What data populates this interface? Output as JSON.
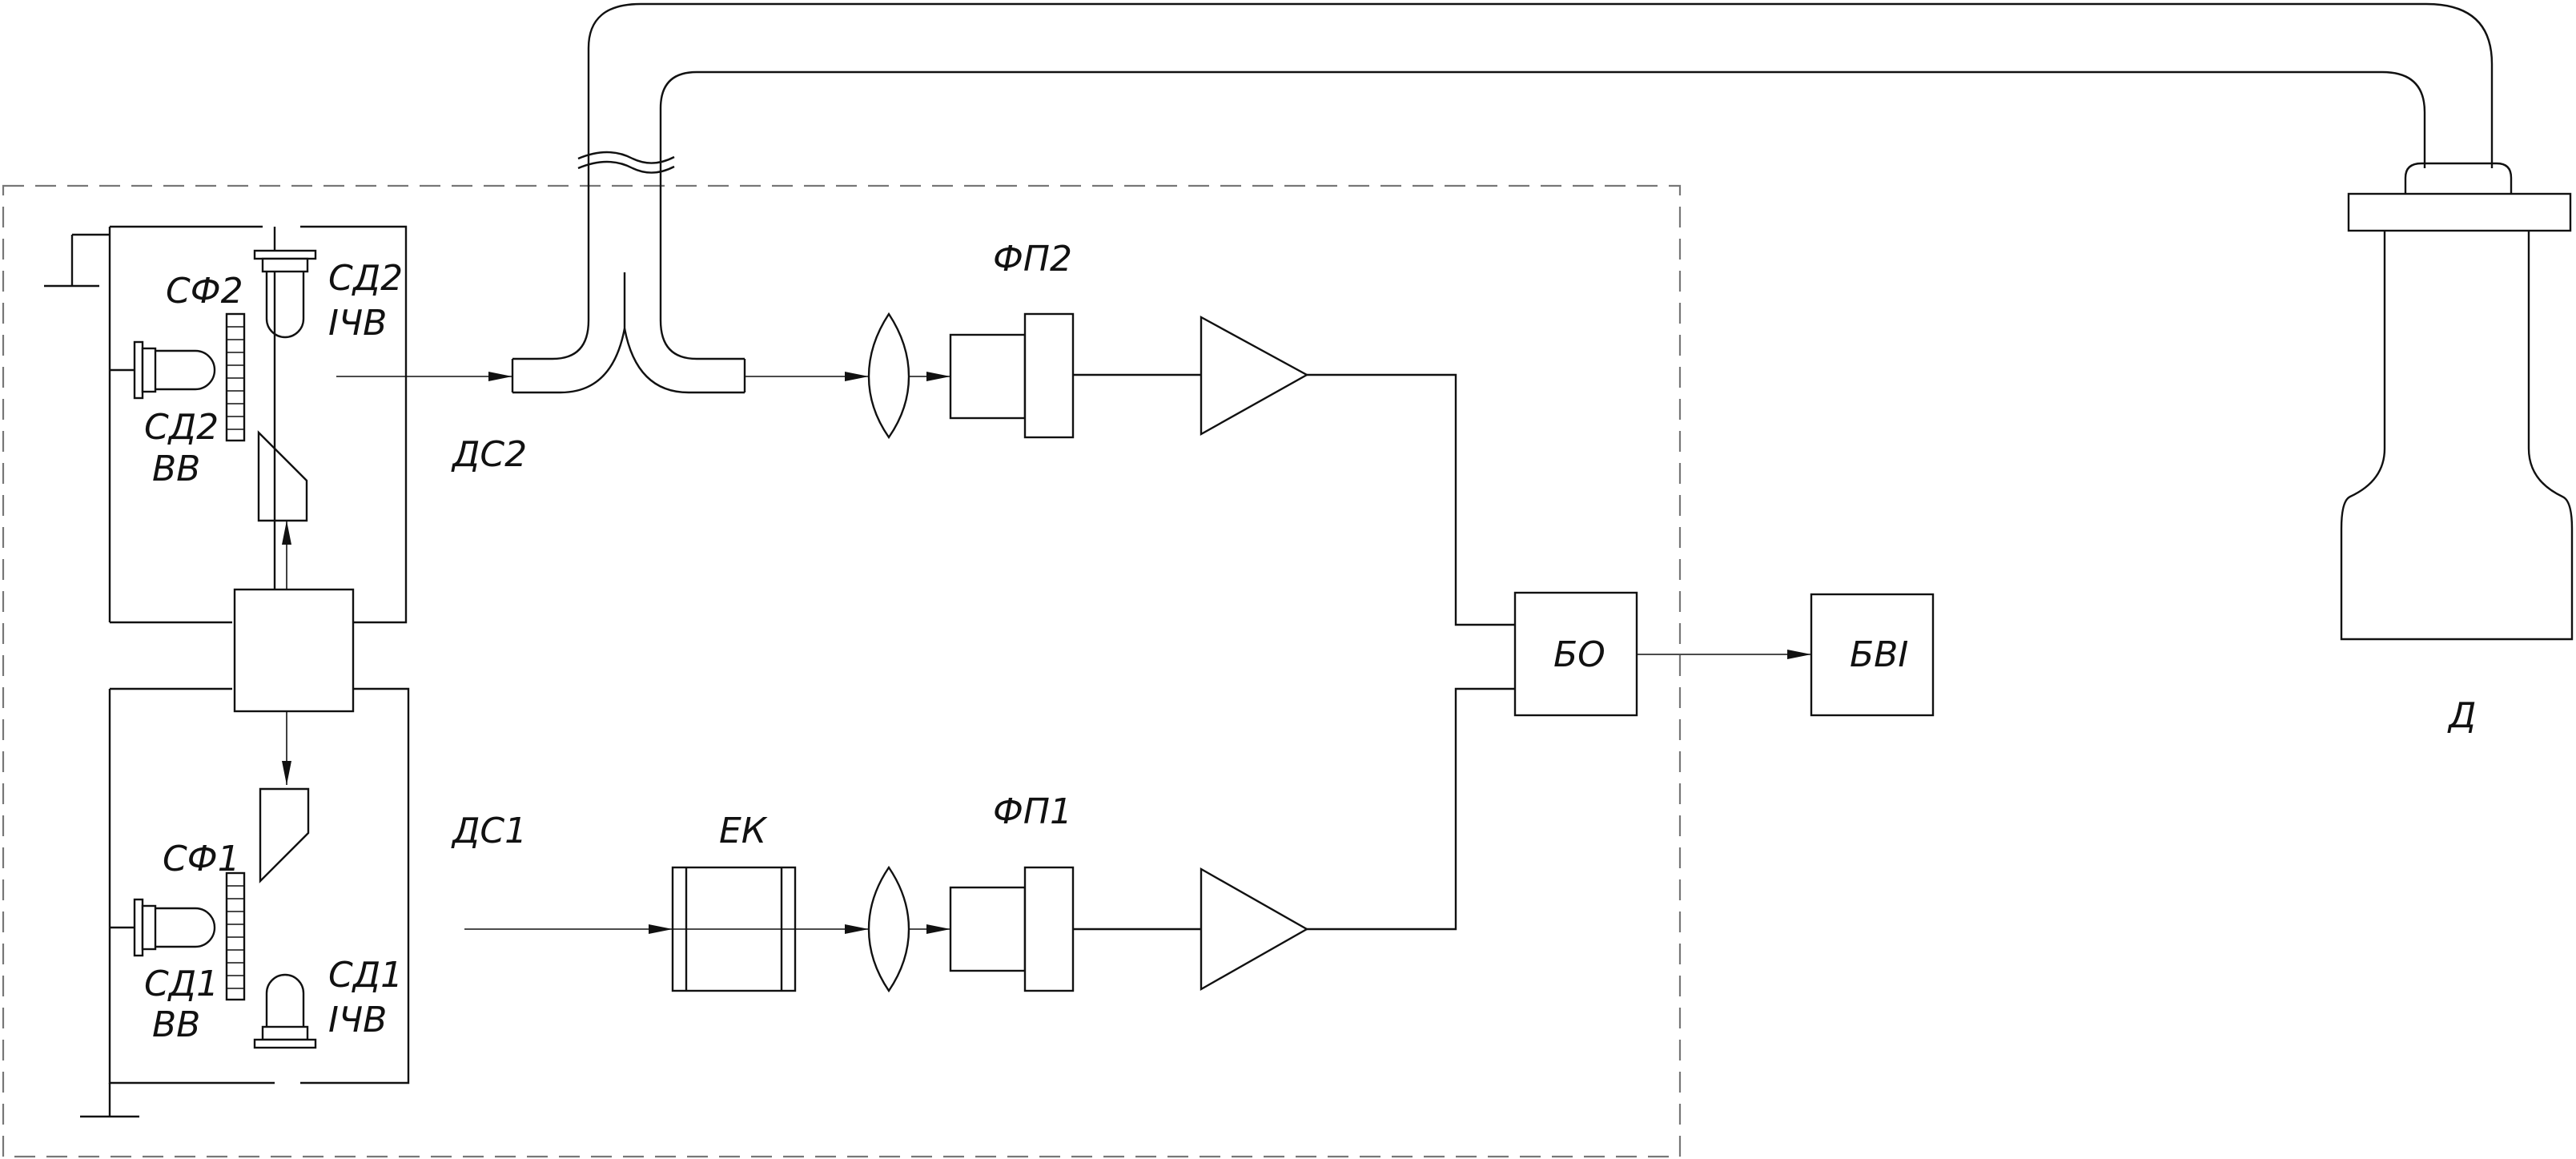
{
  "labels": {
    "sf2": "СФ2",
    "sd2_ichv_1": "СД2",
    "sd2_ichv_2": "ІЧВ",
    "sd2_vv_1": "СД2",
    "sd2_vv_2": "ВВ",
    "ds2": "ДС2",
    "fp2": "ФП2",
    "sf1": "СФ1",
    "sd1_vv_1": "СД1",
    "sd1_vv_2": "ВВ",
    "sd1_ichv_1": "СД1",
    "sd1_ichv_2": "ІЧВ",
    "ds1": "ДС1",
    "ek": "ЕК",
    "fp1": "ФП1",
    "bo": "БО",
    "bvi": "БВІ",
    "d": "Д"
  }
}
